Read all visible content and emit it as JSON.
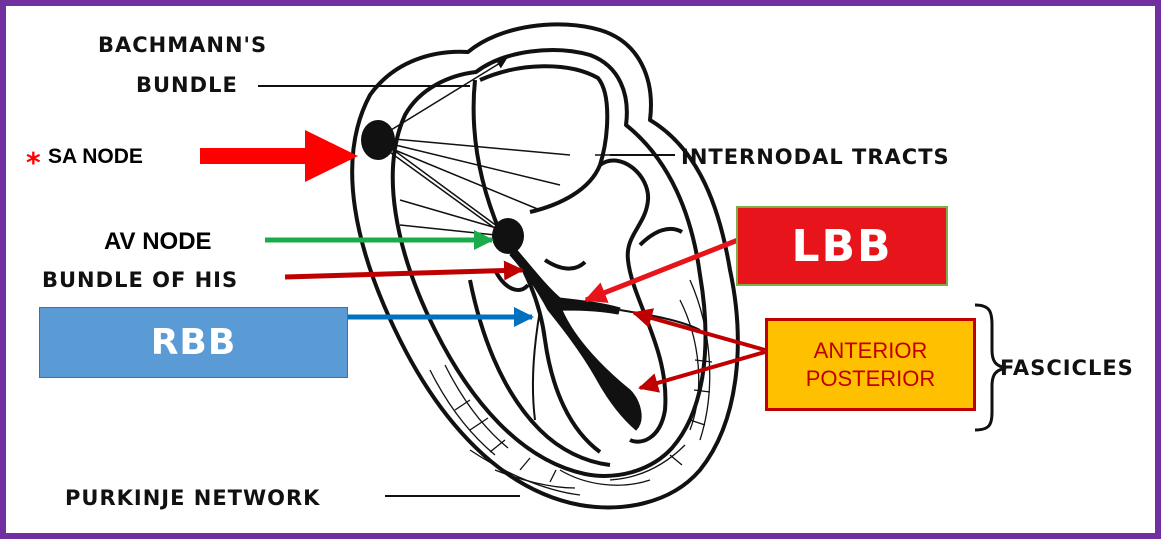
{
  "labels": {
    "bachmann_line1": "BACHMANN'S",
    "bachmann_line2": "BUNDLE",
    "sa_marker": "*",
    "sa_node": "SA NODE",
    "internodal": "INTERNODAL TRACTS",
    "av_node": "AV  NODE",
    "bundle_his": "BUNDLE OF HIS",
    "purkinje": "PURKINJE NETWORK",
    "fascicles": "FASCICLES"
  },
  "boxes": {
    "lbb": "LBB",
    "rbb": "RBB",
    "anterior": "ANTERIOR",
    "posterior": "POSTERIOR"
  },
  "colors": {
    "frame": "#7030a0",
    "sa_arrow": "#ff0000",
    "av_arrow": "#1aab4b",
    "his_arrow": "#c00000",
    "rbb_arrow": "#0070c0",
    "lbb_arrow": "#e8141c",
    "fascicle_arrows": "#c00000",
    "lbb_fill": "#e8141c",
    "rbb_fill": "#5b9bd5",
    "fascicle_fill": "#ffc000"
  },
  "icons": {
    "sa_marker": "red-asterisk-icon",
    "fascicle_brace": "right-curly-brace-icon"
  }
}
